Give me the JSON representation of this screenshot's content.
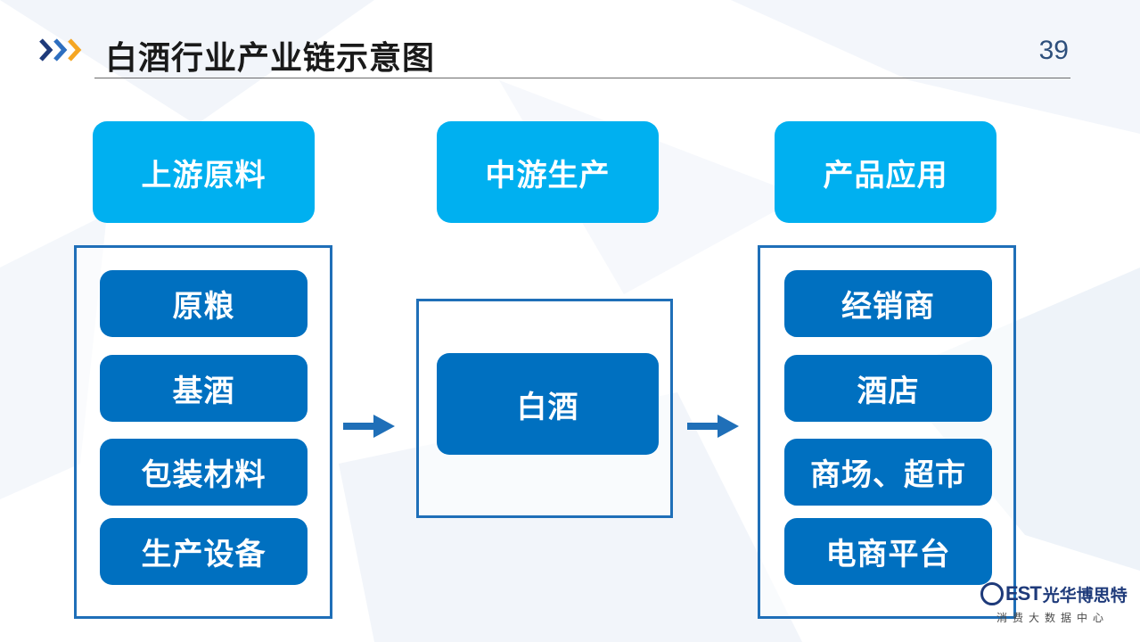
{
  "header": {
    "title": "白酒行业产业链示意图",
    "page_number": "39"
  },
  "stages": [
    {
      "label": "上游原料",
      "items": [
        "原粮",
        "基酒",
        "包装材料",
        "生产设备"
      ]
    },
    {
      "label": "中游生产",
      "items": [
        "白酒"
      ]
    },
    {
      "label": "产品应用",
      "items": [
        "经销商",
        "酒店",
        "商场、超市",
        "电商平台"
      ]
    }
  ],
  "logo": {
    "brand_latin": "EST",
    "brand_cn": "光华博思特",
    "tagline": "消费大数据中心"
  },
  "colors": {
    "stage_header": "#00b0f0",
    "item_fill": "#0070c0",
    "panel_border": "#1f6fb8",
    "arrow": "#1f6fb8",
    "accent_orange": "#f5a623",
    "accent_navy": "#1e3a7a"
  }
}
